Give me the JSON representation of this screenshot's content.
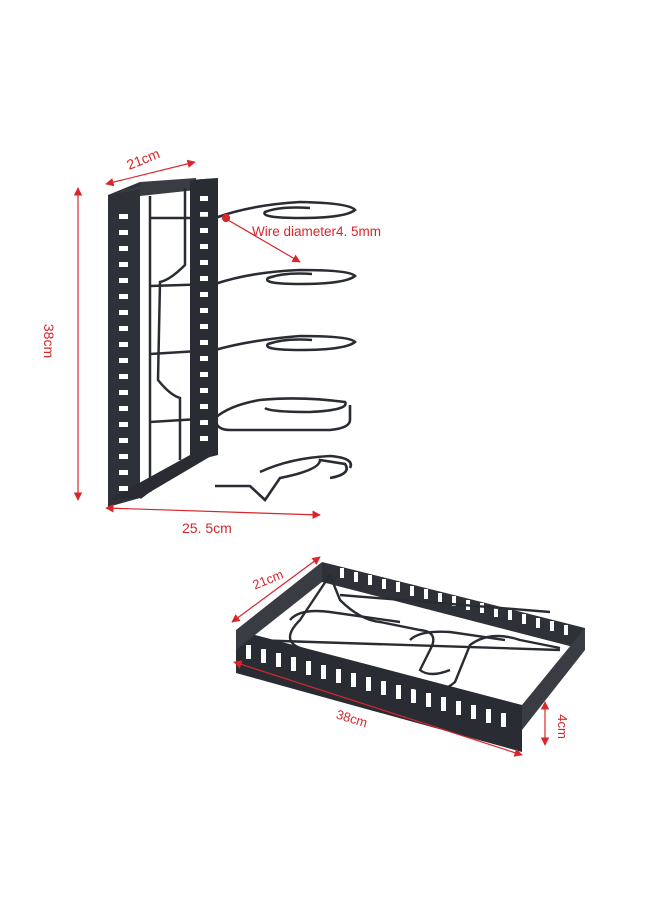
{
  "dimensions": {
    "upright": {
      "width": "21cm",
      "height": "38cm",
      "depth": "25. 5cm",
      "wire": "Wire diameter4. 5mm"
    },
    "flat": {
      "width": "21cm",
      "length": "38cm",
      "height": "4cm"
    }
  },
  "colors": {
    "dimension": "#d8262b",
    "metal": "#2a2c33"
  }
}
